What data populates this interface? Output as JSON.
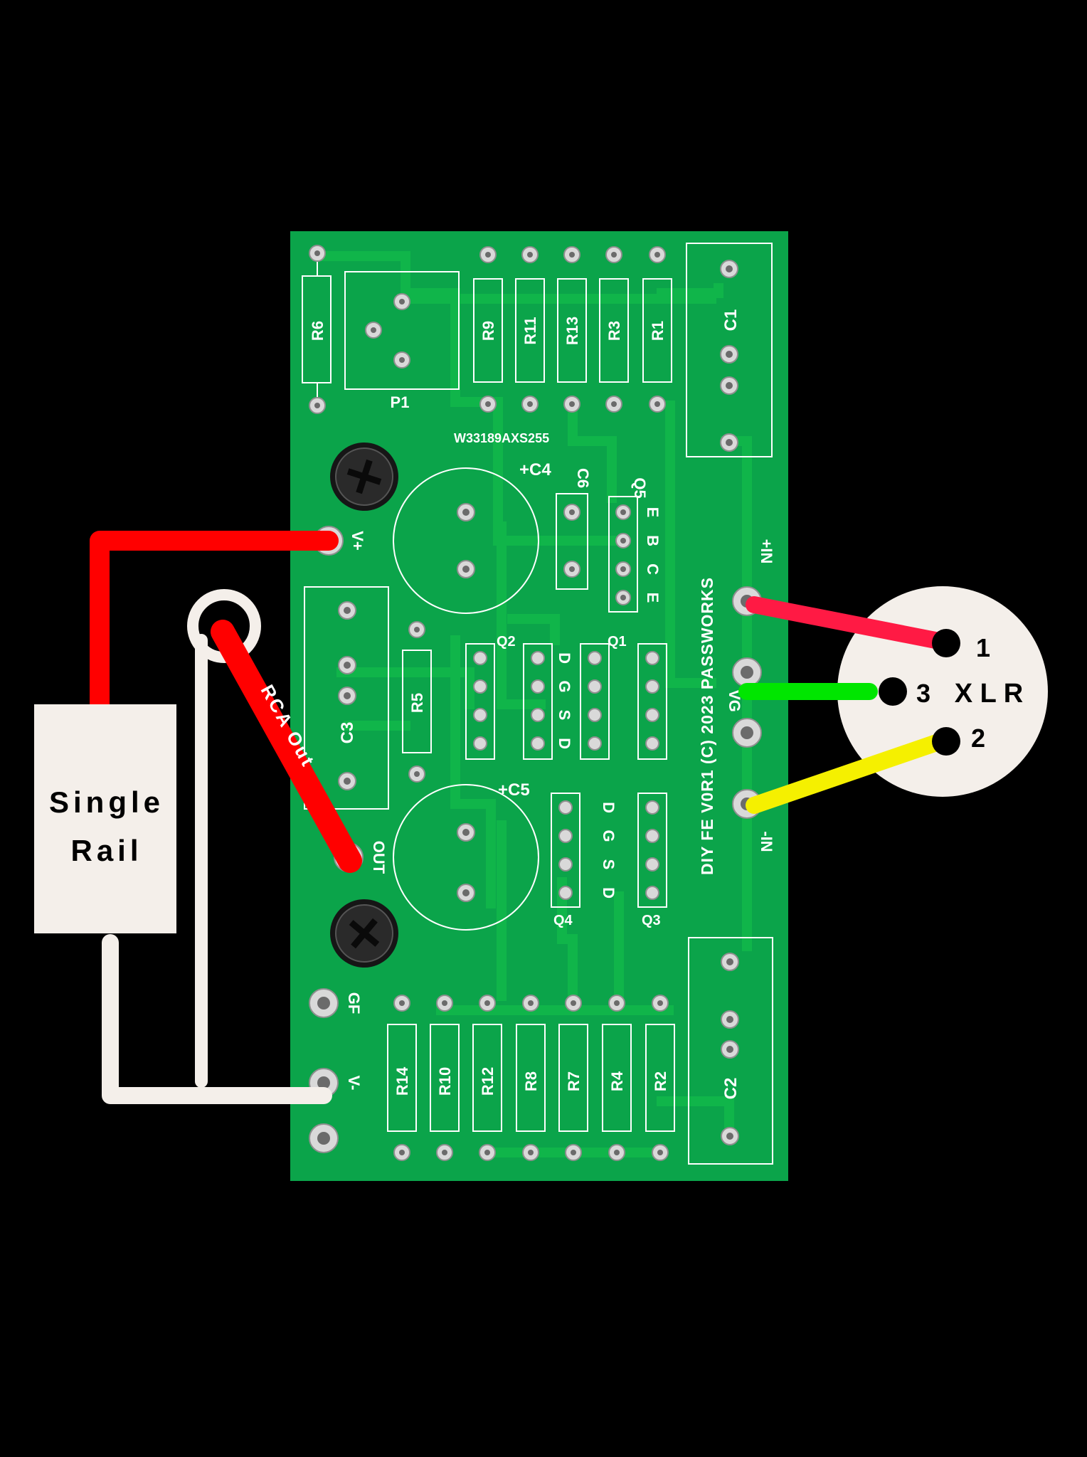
{
  "colors": {
    "background": "#000000",
    "pcb": "#0ba44a",
    "trace": "#10b54a",
    "silk": "#ffffff",
    "wire_red": "#ff0000",
    "wire_white": "#f4efea",
    "wire_green": "#00e600",
    "wire_yellow": "#f5f000",
    "wire_pink": "#ff1a44",
    "label_box": "#f4efea"
  },
  "board": {
    "serial": "W33189AXS255",
    "brand": "DIY FE V0R1 (C) 2023 PASSWORKS",
    "top_resistors": [
      "R6",
      "R9",
      "R11",
      "R13",
      "R3",
      "R1"
    ],
    "bottom_resistors": [
      "R14",
      "R10",
      "R12",
      "R8",
      "R7",
      "R4",
      "R2"
    ],
    "pot": "P1",
    "caps": {
      "c1": "C1",
      "c2": "C2",
      "c3": "C3",
      "c4": "+C4",
      "c5": "+C5",
      "c6": "C6"
    },
    "mid_resistor": "R5",
    "transistors": {
      "q1": "Q1",
      "q2": "Q2",
      "q3": "Q3",
      "q4": "Q4",
      "q5": "Q5"
    },
    "q5_pins": [
      "E",
      "B",
      "C",
      "E"
    ],
    "jfet_pins_upper": [
      "D",
      "G",
      "S",
      "D"
    ],
    "jfet_pins_lower": [
      "D",
      "G",
      "S",
      "D"
    ],
    "terminals": {
      "vplus": "V+",
      "vminus": "V-",
      "out": "OUT",
      "gf": "GF",
      "in_plus": "+IN",
      "in_minus": "-IN",
      "vg": "VG"
    }
  },
  "labels": {
    "power": [
      "Single",
      "Rail"
    ],
    "rca": "RCA Out",
    "xlr": "X L R",
    "xlr_pins": [
      "1",
      "3",
      "2"
    ]
  }
}
